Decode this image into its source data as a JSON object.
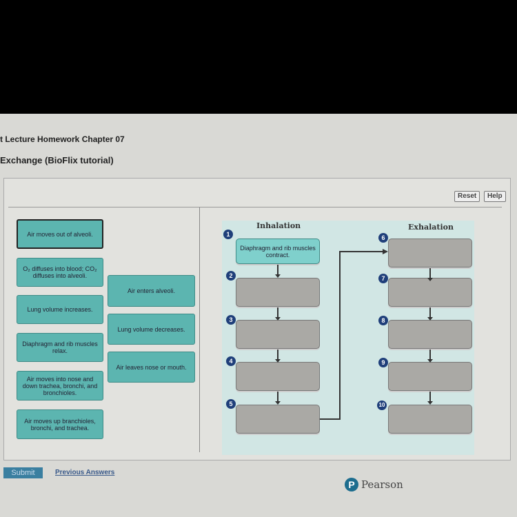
{
  "header": {
    "assignment": "t Lecture Homework Chapter 07",
    "title": "Exchange (BioFlix tutorial)"
  },
  "toolbar": {
    "reset": "Reset",
    "help": "Help"
  },
  "tiles": [
    {
      "label": "Air moves out of alveoli."
    },
    {
      "label": "O₂ diffuses into blood; CO₂ diffuses into alveoli."
    },
    {
      "label": "Lung volume increases."
    },
    {
      "label": "Diaphragm and rib muscles relax."
    },
    {
      "label": "Air moves into nose and down trachea, bronchi, and bronchioles."
    },
    {
      "label": "Air moves up branchioles, bronchi, and trachea."
    },
    {
      "label": "Air enters alveoli."
    },
    {
      "label": "Lung volume decreases."
    },
    {
      "label": "Air leaves nose or mouth."
    }
  ],
  "diagram": {
    "inhalation_title": "Inhalation",
    "exhalation_title": "Exhalation",
    "numbers": [
      "1",
      "2",
      "3",
      "4",
      "5",
      "6",
      "7",
      "8",
      "9",
      "10"
    ],
    "step1": "Diaphragm and rib muscles contract."
  },
  "footer": {
    "submit": "Submit",
    "previous": "Previous Answers",
    "brand": "Pearson",
    "brand_initial": "P"
  }
}
